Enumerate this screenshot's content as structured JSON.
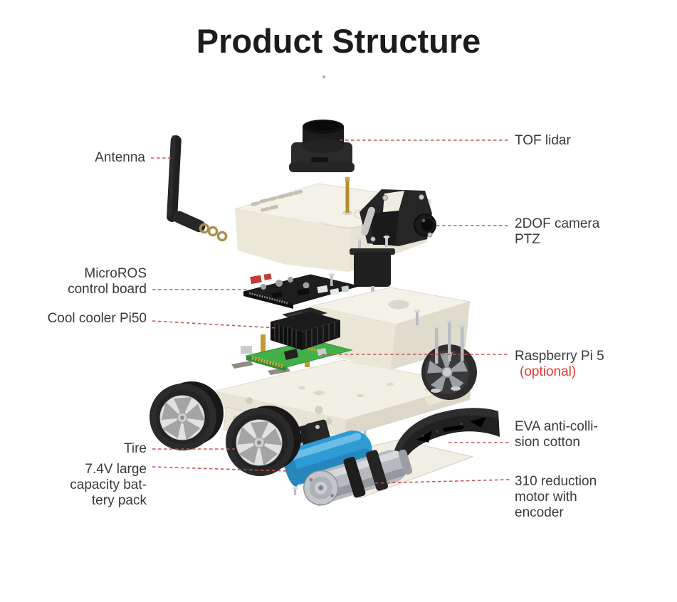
{
  "title": "Product Structure",
  "colors": {
    "leader_line": "#c0504d",
    "optional_text": "#e23b30",
    "title_text": "#1c1c1c",
    "label_text": "#3a3a3a"
  },
  "callouts": {
    "antenna": {
      "side": "left",
      "lines": [
        "Antenna"
      ]
    },
    "microros": {
      "side": "left",
      "lines": [
        "MicroROS",
        "control board"
      ]
    },
    "cooler": {
      "side": "left",
      "lines": [
        "Cool cooler Pi50"
      ]
    },
    "tire": {
      "side": "left",
      "lines": [
        "Tire"
      ]
    },
    "battery": {
      "side": "left",
      "lines": [
        "7.4V large",
        "capacity bat-",
        "tery pack"
      ]
    },
    "tof_lidar": {
      "side": "right",
      "lines": [
        "TOF lidar"
      ]
    },
    "camera": {
      "side": "right",
      "lines": [
        "2DOF camera",
        "PTZ"
      ]
    },
    "raspberry_pi": {
      "side": "right",
      "lines": [
        "Raspberry Pi 5"
      ],
      "note": "(optional)"
    },
    "eva": {
      "side": "right",
      "lines": [
        "EVA anti-colli-",
        "sion cotton"
      ]
    },
    "motor": {
      "side": "right",
      "lines": [
        "310 reduction",
        "motor with",
        "encoder"
      ]
    }
  }
}
